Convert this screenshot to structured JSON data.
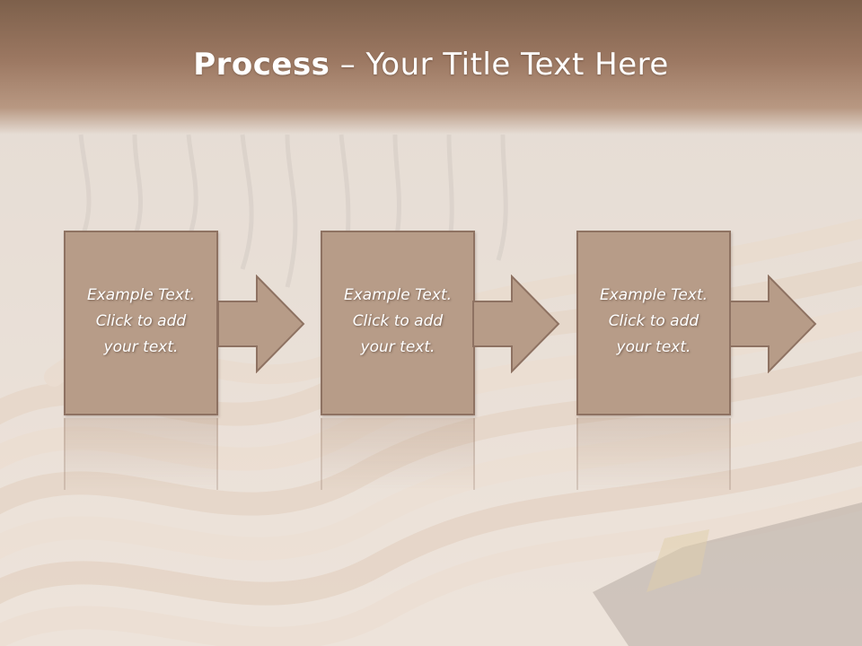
{
  "slide": {
    "title_bold": "Process",
    "title_rest": " – Your Title Text Here"
  },
  "steps": [
    {
      "line1": "Example Text.",
      "line2": "Click  to add",
      "line3": "your text."
    },
    {
      "line1": "Example Text.",
      "line2": "Click  to add",
      "line3": "your text."
    },
    {
      "line1": "Example Text.",
      "line2": "Click  to add",
      "line3": "your text."
    }
  ],
  "colors": {
    "box_fill": "#b79c88",
    "box_border": "#8e7262",
    "title_band": "#8d6d57"
  },
  "icons": [
    "right-arrow-icon"
  ]
}
